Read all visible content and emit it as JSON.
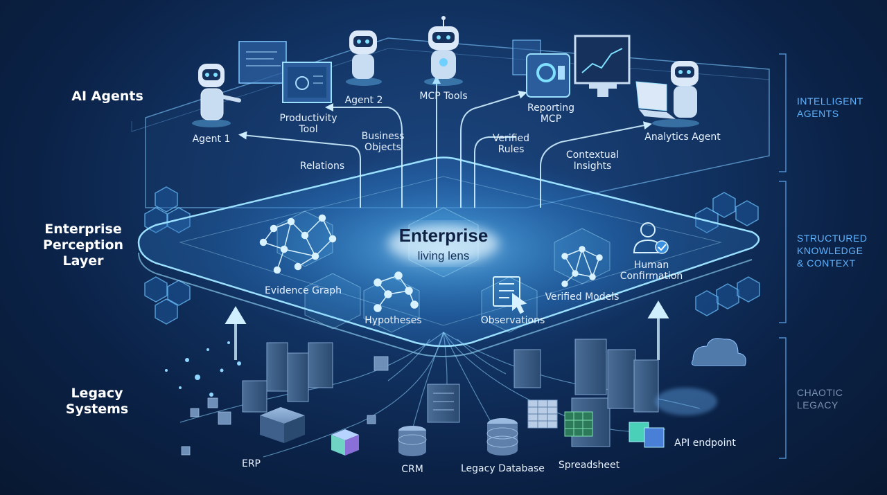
{
  "tiers": {
    "ai_agents": "AI Agents",
    "perception_layer": "Enterprise\nPerception\nLayer",
    "legacy_systems": "Legacy\nSystems"
  },
  "side_labels": {
    "intelligent": "INTELLIGENT\nAGENTS",
    "structured": "STRUCTURED\nKNOWLEDGE\n& CONTEXT",
    "chaotic": "CHAOTIC\nLEGACY"
  },
  "agents": {
    "agent1": "Agent 1",
    "productivity_tool": "Productivity\nTool",
    "agent2": "Agent 2",
    "mcp_tools": "MCP Tools",
    "reporting_mcp": "Reporting\nMCP",
    "analytics_agent": "Analytics Agent"
  },
  "flows": {
    "relations": "Relations",
    "business_objects": "Business\nObjects",
    "verified_rules": "Verified\nRules",
    "contextual_insights": "Contextual\nInsights"
  },
  "lens": {
    "title": "Enterprise",
    "subtitle": "living lens",
    "evidence_graph": "Evidence Graph",
    "hypotheses": "Hypotheses",
    "observations": "Observations",
    "verified_models": "Verified Models",
    "human_confirmation": "Human\nConfirmation"
  },
  "legacy": {
    "erp": "ERP",
    "crm": "CRM",
    "legacy_database": "Legacy Database",
    "spreadsheet": "Spreadsheet",
    "api_endpoint": "API endpoint"
  },
  "colors": {
    "background": "#0b2247",
    "glow": "#7fd4ff",
    "accent": "#5fb3ff"
  }
}
